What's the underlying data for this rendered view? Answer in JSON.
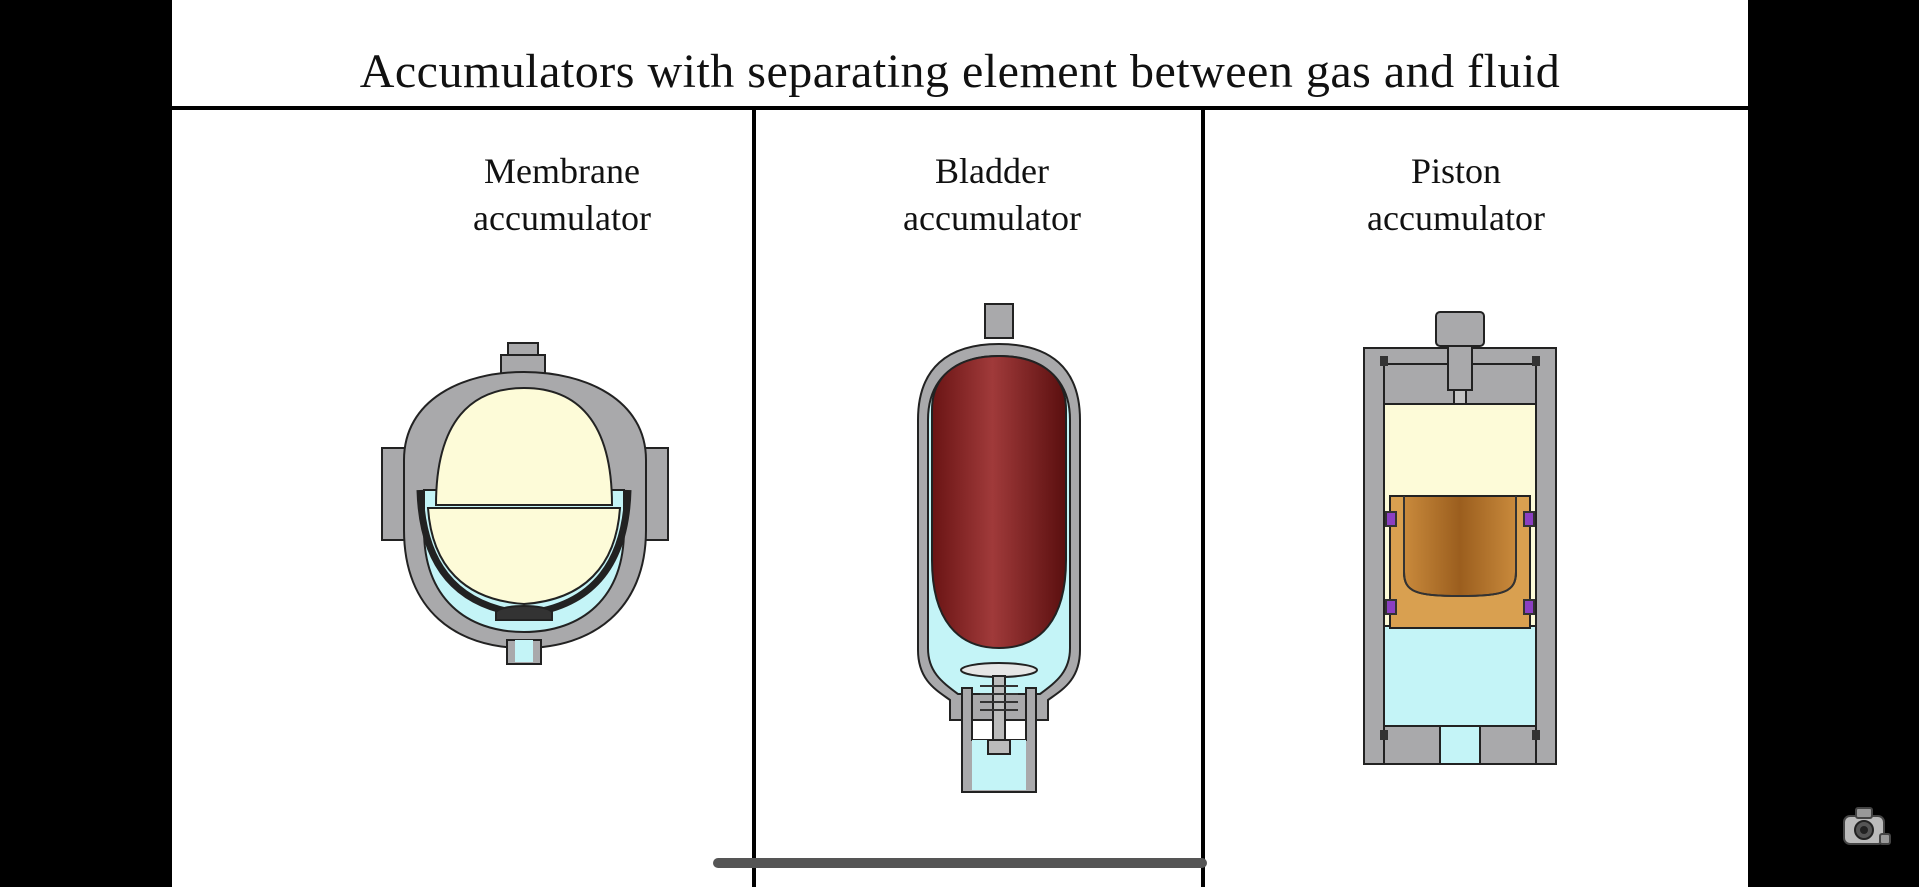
{
  "slide": {
    "title": "Accumulators with separating element between gas and fluid",
    "panels": [
      {
        "label_line1": "Membrane",
        "label_line2": "accumulator"
      },
      {
        "label_line1": "Bladder",
        "label_line2": "accumulator"
      },
      {
        "label_line1": "Piston",
        "label_line2": "accumulator"
      }
    ]
  },
  "colors": {
    "housing": "#a9a9ab",
    "gas": "#fdfbd8",
    "fluid": "#c4f4f7",
    "bladder": "#7a1c1c",
    "piston": "#d9a050",
    "seal": "#8b3fc2"
  },
  "icons": [
    "camera-icon"
  ]
}
